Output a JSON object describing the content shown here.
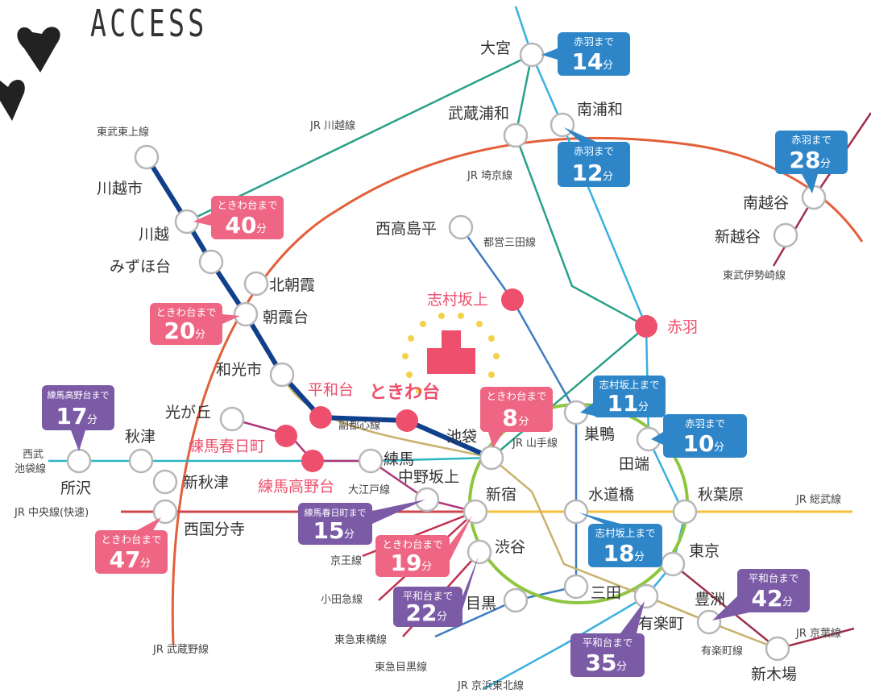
{
  "header": {
    "title": "ACCESS"
  },
  "colors": {
    "tokiwadai_badge": "#ee6683",
    "akabane_badge": "#2e86c9",
    "shimura_badge": "#2e86c9",
    "heiwadai_badge": "#7b5aa6",
    "nerima_badge": "#7b5aa6",
    "highlight_station": "#ee4f6c",
    "tobu_tojo": "#103f8c",
    "yamanote": "#8fc640",
    "musashino": "#e35f3a",
    "saikyo": "#2aa08a",
    "mita": "#3f7cc0",
    "chuo": "#f0c040",
    "keihin": "#39b0e0",
    "seibu": "#2bb6c4"
  },
  "stations": {
    "omiya": "大宮",
    "musashi_urawa": "武蔵浦和",
    "minami_urawa": "南浦和",
    "minami_koshigaya": "南越谷",
    "shin_koshigaya": "新越谷",
    "kawagoeshi": "川越市",
    "kawagoe": "川越",
    "mizuhodai": "みずほ台",
    "kita_asaka": "北朝霞",
    "asakadai": "朝霞台",
    "wakoshi": "和光市",
    "nishitakashimadaira": "西高島平",
    "shimura_sakaue": "志村坂上",
    "akabane": "赤羽",
    "heiwadai": "平和台",
    "tokiwadai": "ときわ台",
    "hikarigaoka": "光が丘",
    "nerima_kasugacho": "練馬春日町",
    "nerima_takanodai": "練馬高野台",
    "nerima": "練馬",
    "ikebukuro": "池袋",
    "sugamo": "巣鴨",
    "tabata": "田端",
    "akitsu": "秋津",
    "shin_akitsu": "新秋津",
    "tokorozawa": "所沢",
    "nishi_kokubunji": "西国分寺",
    "nakano_sakaue": "中野坂上",
    "shinjuku": "新宿",
    "suidobashi": "水道橋",
    "akihabara": "秋葉原",
    "shibuya": "渋谷",
    "tokyo": "東京",
    "meguro": "目黒",
    "mita_station": "三田",
    "yurakucho": "有楽町",
    "toyosu": "豊洲",
    "shin_kiba": "新木場"
  },
  "lines": {
    "jr_kawagoe": "JR 川越線",
    "tobu_tojo": "東武東上線",
    "jr_saikyo": "JR 埼京線",
    "toei_mita": "都営三田線",
    "tobu_isesaki": "東武伊勢崎線",
    "fukutoshin": "副都心線",
    "jr_yamanote": "JR 山手線",
    "seibu_ikebukuro": "西武\n池袋線",
    "oedo": "大江戸線",
    "jr_chuo_rapid": "JR 中央線(快速)",
    "jr_sobu": "JR 総武線",
    "keio": "京王線",
    "odakyu": "小田急線",
    "tokyu_toyoko": "東急東横線",
    "tokyu_meguro": "東急目黒線",
    "jr_keihin_tohoku": "JR 京浜東北線",
    "jr_musashino": "JR 武蔵野線",
    "yurakucho_line": "有楽町線",
    "jr_keiyo": "JR 京葉線"
  },
  "badges": {
    "omiya": {
      "label": "赤羽まで",
      "value": "14",
      "unit": "分"
    },
    "minami_urawa": {
      "label": "赤羽まで",
      "value": "12",
      "unit": "分"
    },
    "minami_koshigaya": {
      "label": "赤羽まで",
      "value": "28",
      "unit": "分"
    },
    "kawagoe": {
      "label": "ときわ台まで",
      "value": "40",
      "unit": "分"
    },
    "asakadai": {
      "label": "ときわ台まで",
      "value": "20",
      "unit": "分"
    },
    "tokorozawa": {
      "label": "練馬高野台まで",
      "value": "17",
      "unit": "分"
    },
    "ikebukuro": {
      "label": "ときわ台まで",
      "value": "8",
      "unit": "分"
    },
    "sugamo": {
      "label": "志村坂上まで",
      "value": "11",
      "unit": "分"
    },
    "tabata": {
      "label": "赤羽まで",
      "value": "10",
      "unit": "分"
    },
    "nakano_sakaue": {
      "label": "練馬春日町まで",
      "value": "15",
      "unit": "分"
    },
    "shinjuku": {
      "label": "ときわ台まで",
      "value": "19",
      "unit": "分"
    },
    "suidobashi": {
      "label": "志村坂上まで",
      "value": "18",
      "unit": "分"
    },
    "nishi_kokubunji": {
      "label": "ときわ台まで",
      "value": "47",
      "unit": "分"
    },
    "shibuya": {
      "label": "平和台まで",
      "value": "22",
      "unit": "分"
    },
    "yurakucho": {
      "label": "平和台まで",
      "value": "35",
      "unit": "分"
    },
    "toyosu": {
      "label": "平和台まで",
      "value": "42",
      "unit": "分"
    }
  }
}
